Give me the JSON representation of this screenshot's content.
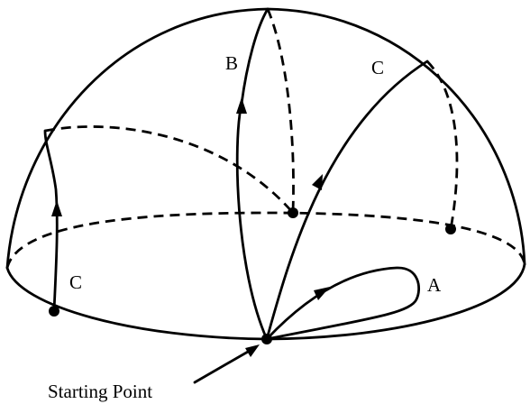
{
  "labels": {
    "path_b": "B",
    "path_c_right": "C",
    "path_c_left": "C",
    "path_a": "A",
    "starting_point": "Starting Point"
  }
}
